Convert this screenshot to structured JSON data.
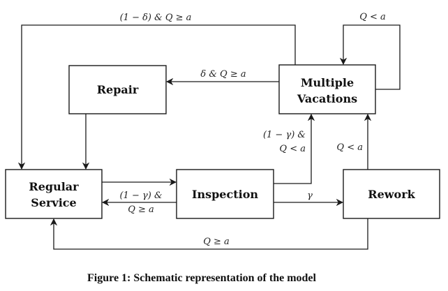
{
  "diagram": {
    "nodes": {
      "repair": {
        "label": "Repair"
      },
      "multiple_vacations": {
        "line1": "Multiple",
        "line2": "Vacations"
      },
      "regular_service": {
        "line1": "Regular",
        "line2": "Service"
      },
      "inspection": {
        "label": "Inspection"
      },
      "rework": {
        "label": "Rework"
      }
    },
    "edges": {
      "mv_to_rs": {
        "label": "(1 − δ) & Q ≥ a"
      },
      "mv_self_loop": {
        "label": "Q < a"
      },
      "mv_to_repair": {
        "label": "δ & Q ≥ a"
      },
      "repair_to_rs": {
        "label": ""
      },
      "rs_to_inspection": {
        "label": ""
      },
      "inspection_to_rs": {
        "line1": "(1 − γ) &",
        "line2": "Q ≥ a"
      },
      "inspection_to_mv": {
        "line1": "(1 − γ) &",
        "line2": "Q < a"
      },
      "inspection_to_rework": {
        "label": "γ"
      },
      "rework_to_mv": {
        "label": "Q < a"
      },
      "rework_to_rs": {
        "label": "Q ≥ a"
      }
    }
  },
  "caption": "Figure 1: Schematic representation of the model"
}
